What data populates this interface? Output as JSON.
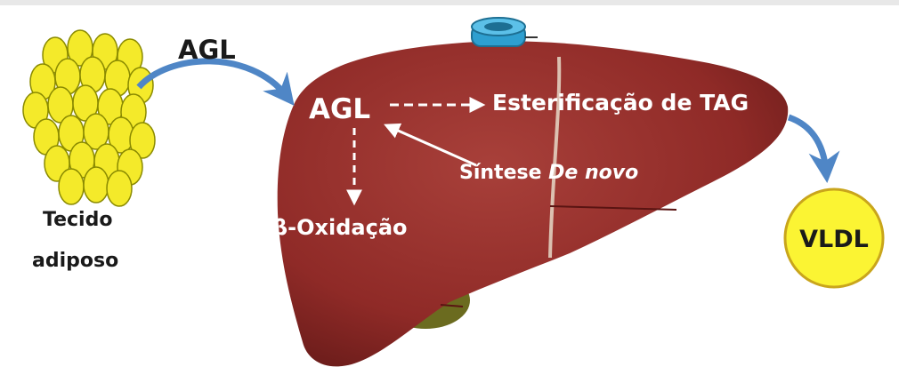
{
  "labels": {
    "agl_top": "AGL",
    "agl_liver": "AGL",
    "esterificacao": "Esterificação de TAG",
    "sintese": "Síntese ",
    "sintese_italic": "De novo",
    "beta_oxidacao": "β-Oxidação",
    "tecido_line1": "Tecido",
    "tecido_line2": "adiposo",
    "vldl": "VLDL"
  },
  "colors": {
    "adipocyte_fill": "#f4ea2a",
    "adipocyte_stroke": "#8a8a00",
    "liver_fill": "#8f2a27",
    "liver_shadow": "#6d1d1b",
    "gallbladder": "#6b6b1f",
    "duct_cap": "#2e9fd0",
    "blue_arrow": "#4f86c6",
    "vldl_fill": "#fbf433",
    "vldl_stroke": "#c9a51c"
  },
  "icons": {
    "adipose": "adipose-tissue-icon",
    "liver": "liver-icon",
    "vldl": "vldl-particle-icon"
  }
}
